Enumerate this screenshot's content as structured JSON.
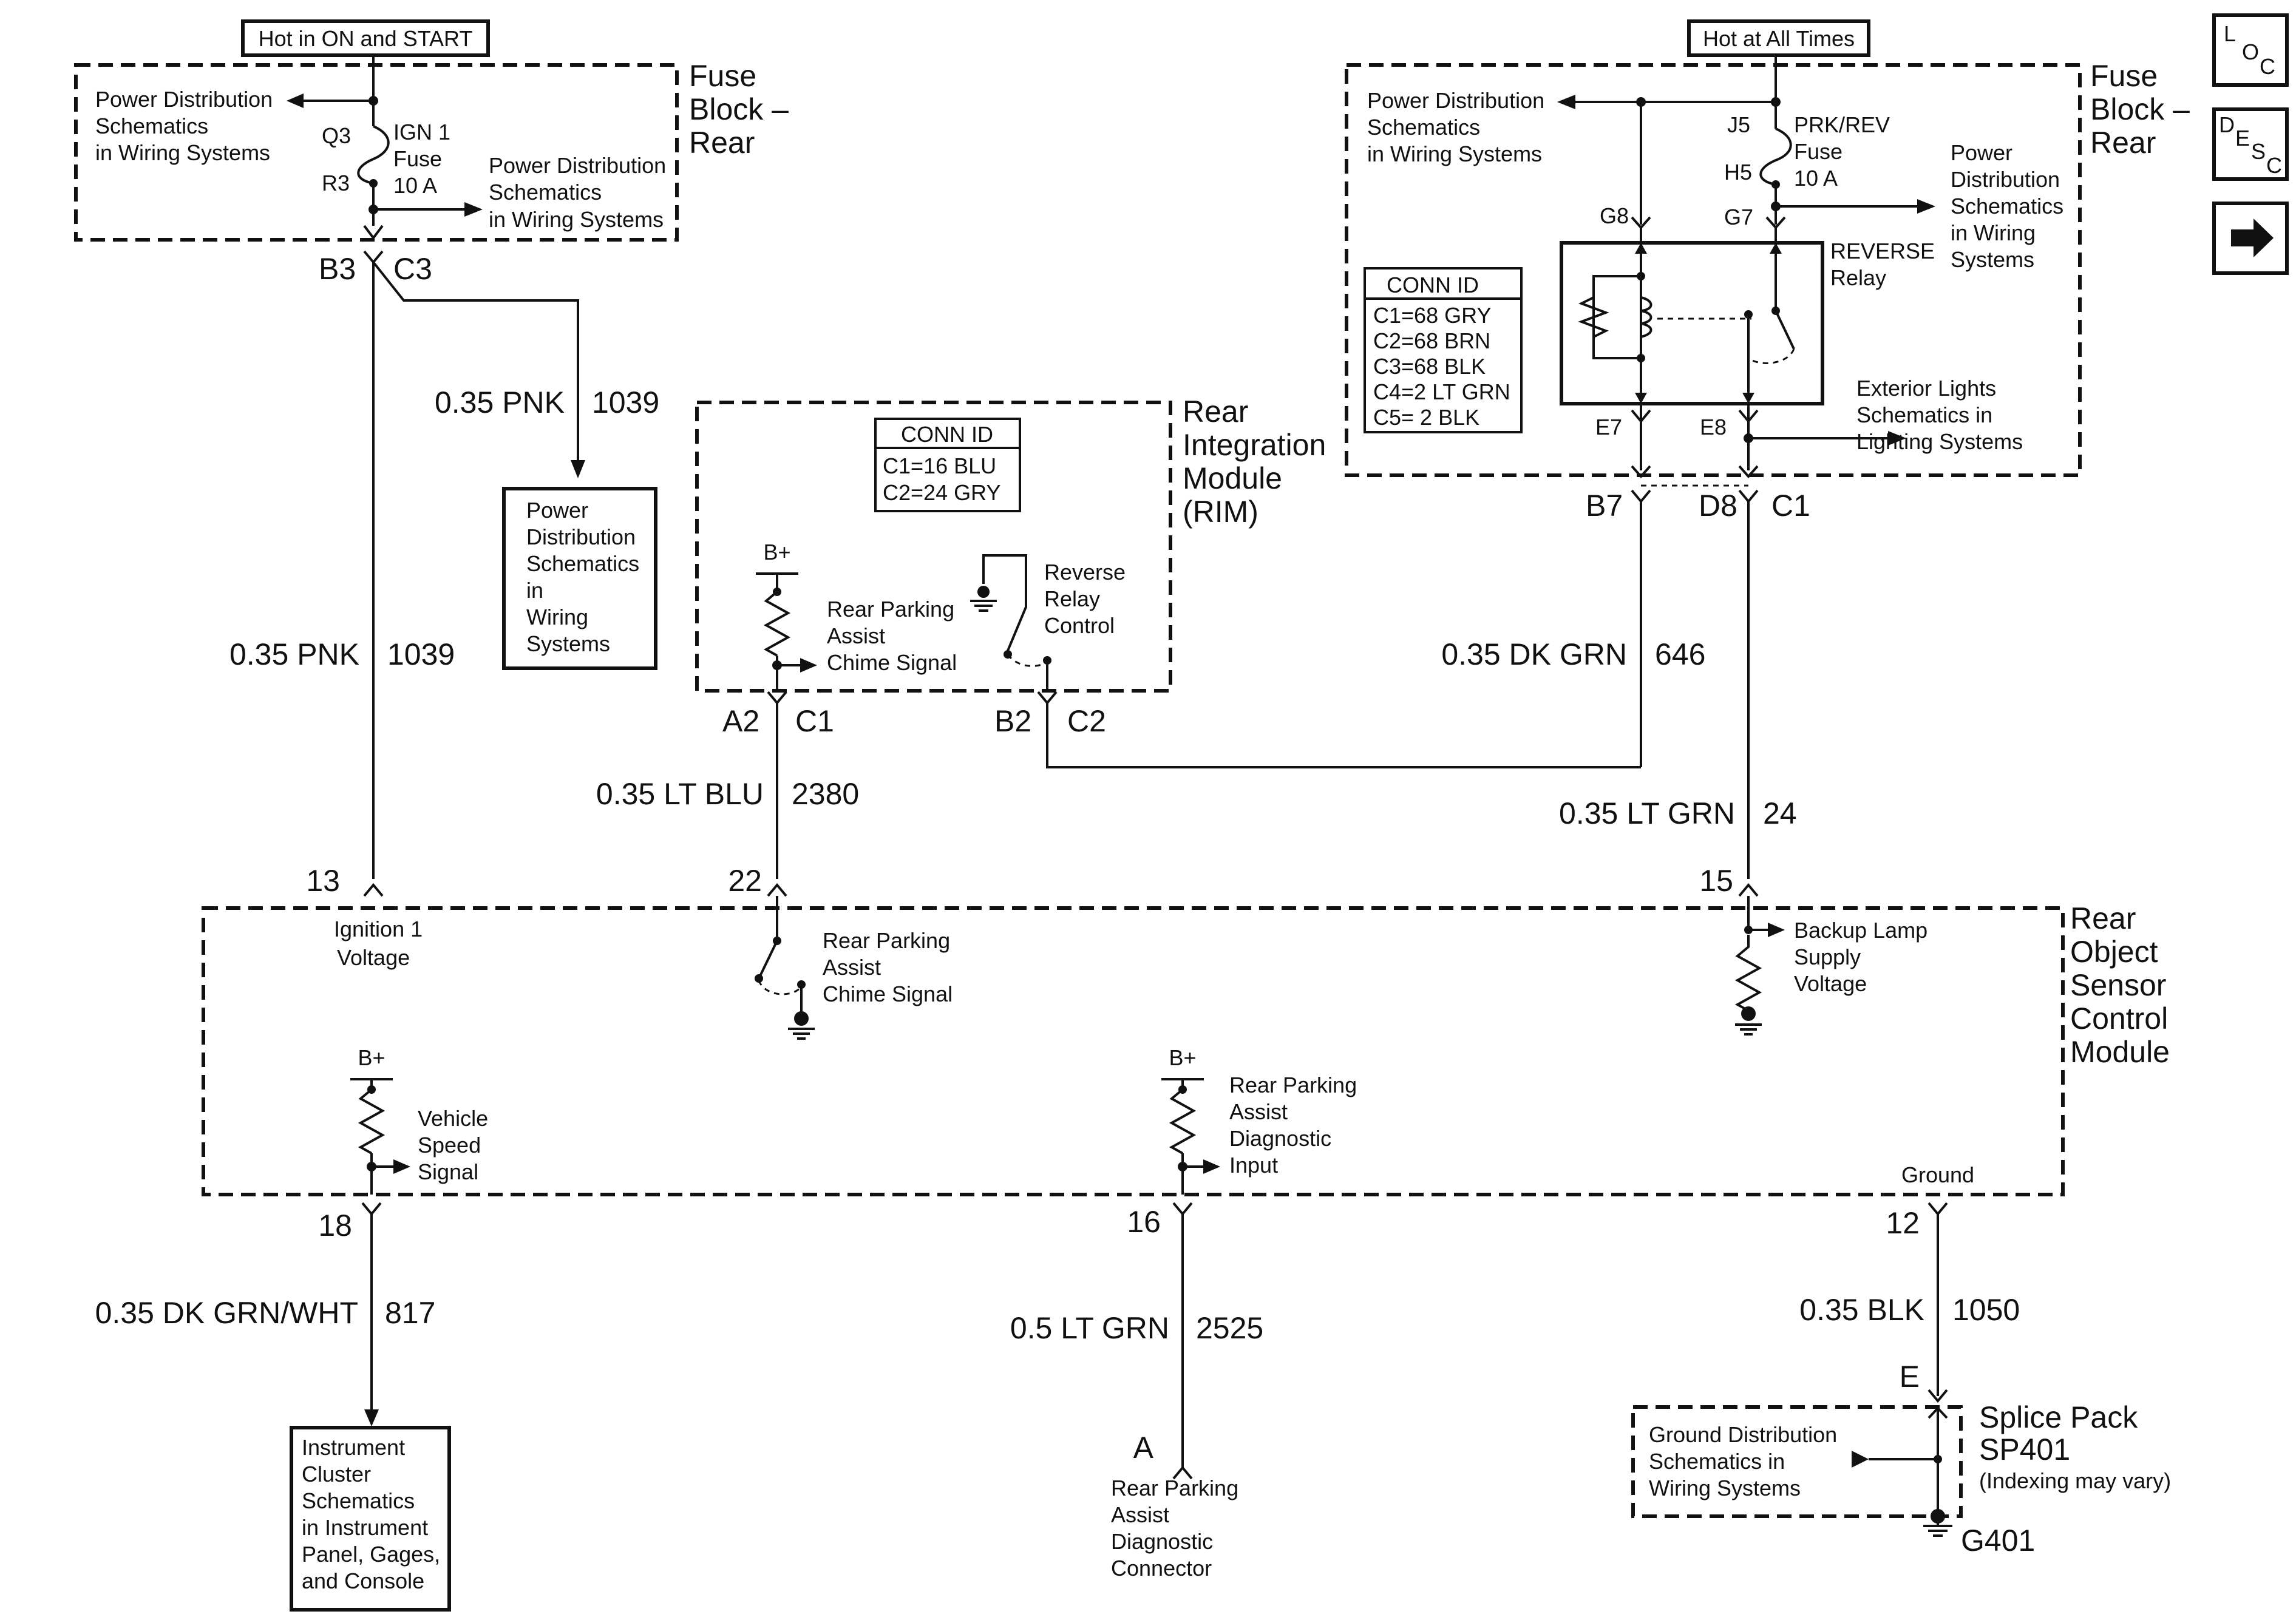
{
  "hot_labels": {
    "on_start": "Hot in ON and START",
    "all_times": "Hot at All Times"
  },
  "nav": {
    "loc": [
      "L",
      "O",
      "C"
    ],
    "desc": [
      "D",
      "E",
      "S",
      "C"
    ]
  },
  "fuse_block_left": {
    "title": [
      "Fuse",
      "Block –",
      "Rear"
    ],
    "pdist_left": [
      "Power Distribution",
      "Schematics",
      "in Wiring Systems"
    ],
    "pdist_right": [
      "Power Distribution",
      "Schematics",
      "in Wiring Systems"
    ],
    "fuse": [
      "IGN 1",
      "Fuse",
      "10 A"
    ],
    "q3": "Q3",
    "r3": "R3"
  },
  "fuse_block_right": {
    "title": [
      "Fuse",
      "Block –",
      "Rear"
    ],
    "pdist_left": [
      "Power Distribution",
      "Schematics",
      "in Wiring Systems"
    ],
    "pdist_right": [
      "Power",
      "Distribution",
      "Schematics",
      "in Wiring",
      "Systems"
    ],
    "fuse": [
      "PRK/REV",
      "Fuse",
      "10 A"
    ],
    "j5": "J5",
    "h5": "H5",
    "g8": "G8",
    "g7": "G7",
    "e7": "E7",
    "e8": "E8",
    "relay": [
      "REVERSE",
      "Relay"
    ],
    "exterior": [
      "Exterior Lights",
      "Schematics in",
      "Lighting Systems"
    ],
    "conn_title": "CONN ID",
    "conn_rows": [
      "C1=68 GRY",
      "C2=68 BRN",
      "C3=68 BLK",
      "C4=2 LT GRN",
      "C5= 2 BLK"
    ]
  },
  "connectors": {
    "b3": "B3",
    "c3": "C3",
    "b7": "B7",
    "d8": "D8",
    "c1_right": "C1",
    "a2": "A2",
    "c1_rim": "C1",
    "b2": "B2",
    "c2_rim": "C2"
  },
  "pdist_box": [
    "Power",
    "Distribution",
    "Schematics",
    "in",
    "Wiring",
    "Systems"
  ],
  "wires": {
    "pnk_upper": {
      "size": "0.35 PNK",
      "circuit": "1039"
    },
    "pnk_lower": {
      "size": "0.35 PNK",
      "circuit": "1039"
    },
    "ltblu": {
      "size": "0.35 LT BLU",
      "circuit": "2380"
    },
    "dkgrn": {
      "size": "0.35 DK GRN",
      "circuit": "646"
    },
    "ltgrn": {
      "size": "0.35 LT GRN",
      "circuit": "24"
    },
    "dkgrnwht": {
      "size": "0.35 DK GRN/WHT",
      "circuit": "817"
    },
    "ltgrn5": {
      "size": "0.5 LT GRN",
      "circuit": "2525"
    },
    "blk": {
      "size": "0.35 BLK",
      "circuit": "1050"
    }
  },
  "rim": {
    "title": [
      "Rear",
      "Integration",
      "Module",
      "(RIM)"
    ],
    "conn_title": "CONN ID",
    "conn_rows": [
      "C1=16 BLU",
      "C2=24 GRY"
    ],
    "bplus": "B+",
    "chime": [
      "Rear Parking",
      "Assist",
      "Chime Signal"
    ],
    "reverse": [
      "Reverse",
      "Relay",
      "Control"
    ]
  },
  "rosm": {
    "title": [
      "Rear",
      "Object",
      "Sensor",
      "Control",
      "Module"
    ],
    "pins": {
      "p13": "13",
      "p22": "22",
      "p15": "15",
      "p18": "18",
      "p16": "16",
      "p12": "12"
    },
    "ign": [
      "Ignition 1",
      "Voltage"
    ],
    "chime": [
      "Rear Parking",
      "Assist",
      "Chime Signal"
    ],
    "backup": [
      "Backup Lamp",
      "Supply",
      "Voltage"
    ],
    "bplus1": "B+",
    "bplus2": "B+",
    "vss": [
      "Vehicle",
      "Speed",
      "Signal"
    ],
    "diag": [
      "Rear Parking",
      "Assist",
      "Diagnostic",
      "Input"
    ],
    "ground": "Ground"
  },
  "instrument_box": [
    "Instrument",
    "Cluster",
    "Schematics",
    "in Instrument",
    "Panel, Gages,",
    "and Console"
  ],
  "diag_connector": {
    "pin": "A",
    "label": [
      "Rear Parking",
      "Assist",
      "Diagnostic",
      "Connector"
    ]
  },
  "splice": {
    "e": "E",
    "title": [
      "Splice Pack",
      "SP401"
    ],
    "note": "(Indexing may vary)",
    "ground_dist": [
      "Ground Distribution",
      "Schematics in",
      "Wiring Systems"
    ],
    "g401": "G401"
  }
}
